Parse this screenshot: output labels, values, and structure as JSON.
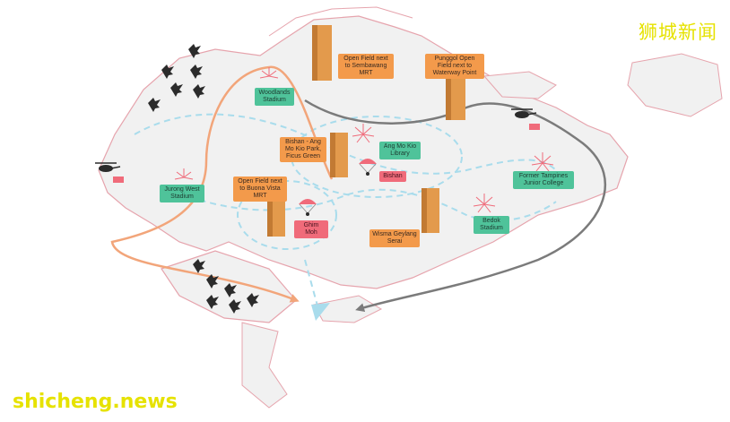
{
  "watermarks": {
    "top_right": "狮城新闻",
    "bottom_left": "shicheng.news"
  },
  "colors": {
    "land_fill": "#f1f1f1",
    "coast_stroke": "#e6a4ad",
    "orange_label": "#f39a4b",
    "green_label": "#4fc39a",
    "pink_label": "#f06b7a",
    "orange_route": "#f2a57a",
    "blue_route": "#a9dcec",
    "grey_route": "#7b7b7b",
    "building": "#e39a4c",
    "watermark": "#e6e200"
  },
  "labels": {
    "sembawang": "Open Field next to Sembawang MRT",
    "punggol": "Punggol Open Field next to Waterway Point",
    "woodlands": "Woodlands Stadium",
    "bishan_park": "Bishan - Ang Mo Kio Park, Ficus Green",
    "amk_library": "Ang Mo Kio Library",
    "bishan": "Bishan",
    "jurong": "Jurong West Stadium",
    "buona_vista": "Open Field next to Buona Vista MRT",
    "ghim_moh": "Ghim Moh",
    "geylang": "Wisma Geylang Serai",
    "bedok": "Bedok Stadium",
    "tampines": "Former Tampines Junior College"
  },
  "icons": [
    "fireworks-icon",
    "fighter-jet-icon",
    "helicopter-icon",
    "parachutist-icon",
    "building-icon",
    "flag-icon"
  ]
}
